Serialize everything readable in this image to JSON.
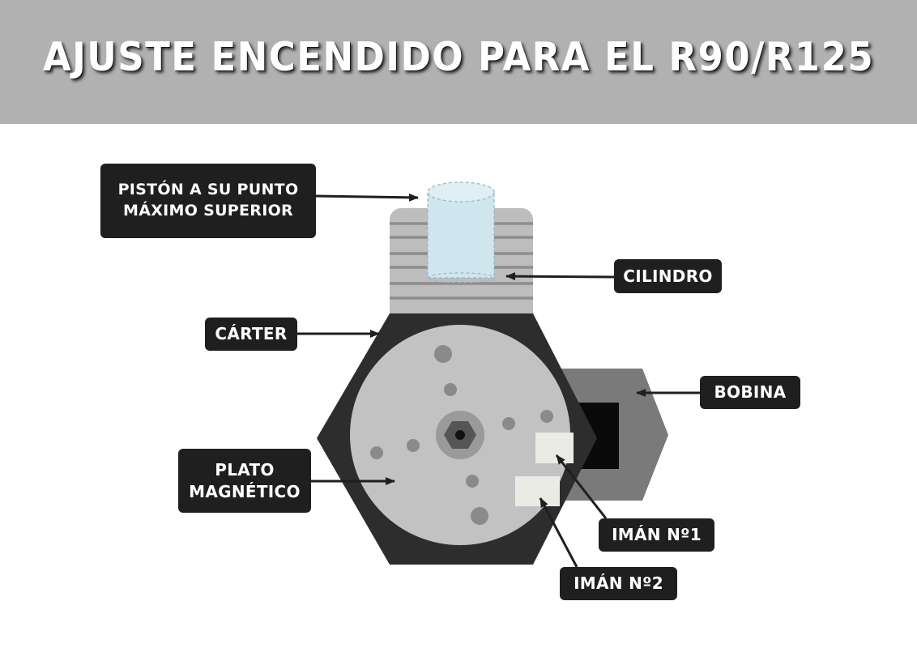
{
  "title": "AJUSTE ENCENDIDO PARA EL R90/R125",
  "colors": {
    "banner": "#b1b1b1",
    "label_bg": "#1f1f1f",
    "crankcase": "#2d2d2d",
    "magneto": "#c2c2c2",
    "cylinder": "#bdbdbd",
    "piston": "#cfe6ee",
    "coil": "#7a7a7a",
    "magnet": "#ebebe6"
  },
  "labels": {
    "piston": {
      "line1": "PISTÓN A SU PUNTO",
      "line2": "MÁXIMO SUPERIOR"
    },
    "cylinder": "CILINDRO",
    "crankcase": "CÁRTER",
    "coil": "BOBINA",
    "magneto": {
      "line1": "PLATO",
      "line2": "MAGNÉTICO"
    },
    "magnet1": "IMÁN Nº1",
    "magnet2": "IMÁN Nº2"
  }
}
